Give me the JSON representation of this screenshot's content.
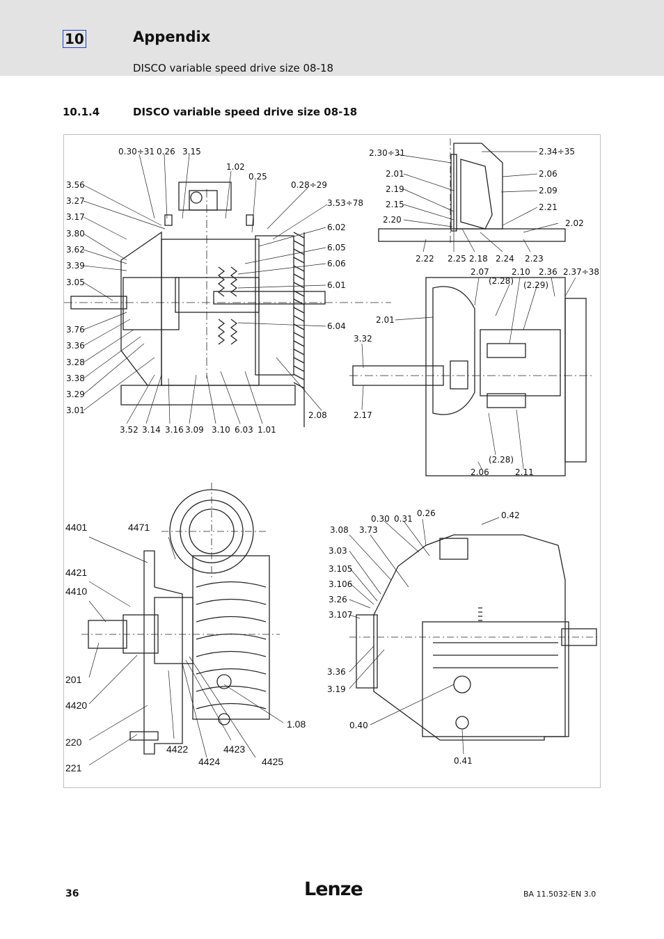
{
  "header": {
    "chapter_number": "10",
    "chapter_title": "Appendix",
    "subtitle": "DISCO variable speed drive size 08-18"
  },
  "section": {
    "number": "10.1.4",
    "title": "DISCO variable speed drive size 08-18"
  },
  "figure": {
    "tl": {
      "top": [
        "0.30÷31",
        "0.26",
        "3.15",
        "1.02",
        "0.25",
        "0.28÷29",
        "3.53÷78"
      ],
      "left": [
        "3.56",
        "3.27",
        "3.17",
        "3.80",
        "3.62",
        "3.39",
        "3.05",
        "3.76",
        "3.36",
        "3.28",
        "3.38",
        "3.29",
        "3.01"
      ],
      "right": [
        "6.02",
        "6.05",
        "6.06",
        "6.01",
        "6.04",
        "2.08"
      ],
      "bottom": [
        "3.52",
        "3.14",
        "3.16",
        "3.09",
        "3.10",
        "6.03",
        "1.01"
      ]
    },
    "tr": {
      "left": [
        "2.30÷31",
        "2.01",
        "2.19",
        "2.15",
        "2.20"
      ],
      "right": [
        "2.34÷35",
        "2.06",
        "2.09",
        "2.21",
        "2.02"
      ],
      "bottom": [
        "2.22",
        "2.25",
        "2.18",
        "2.24",
        "2.23"
      ]
    },
    "mr": {
      "top": [
        "2.07",
        "(2.28)",
        "2.10",
        "(2.29)",
        "2.36",
        "2.37÷38"
      ],
      "left": [
        "2.01",
        "3.32",
        "2.17"
      ],
      "bottom": [
        "(2.28)",
        "2.06",
        "2.11"
      ]
    },
    "bl": {
      "labels": [
        "4401",
        "4471",
        "4421",
        "4410",
        "201",
        "4420",
        "220",
        "221",
        "4422",
        "4424",
        "4423",
        "4425",
        "1.08"
      ]
    },
    "br": {
      "top": [
        "0.30",
        "0.31",
        "0.26",
        "0.42"
      ],
      "left": [
        "3.08",
        "3.73",
        "3.03",
        "3.105",
        "3.106",
        "3.26",
        "3.107",
        "3.36",
        "3.19"
      ],
      "bottom": [
        "0.40",
        "0.41"
      ]
    }
  },
  "footer": {
    "page_number": "36",
    "logo_text": "Lenze",
    "doc_ref": "BA 11.5032-EN   3.0"
  }
}
